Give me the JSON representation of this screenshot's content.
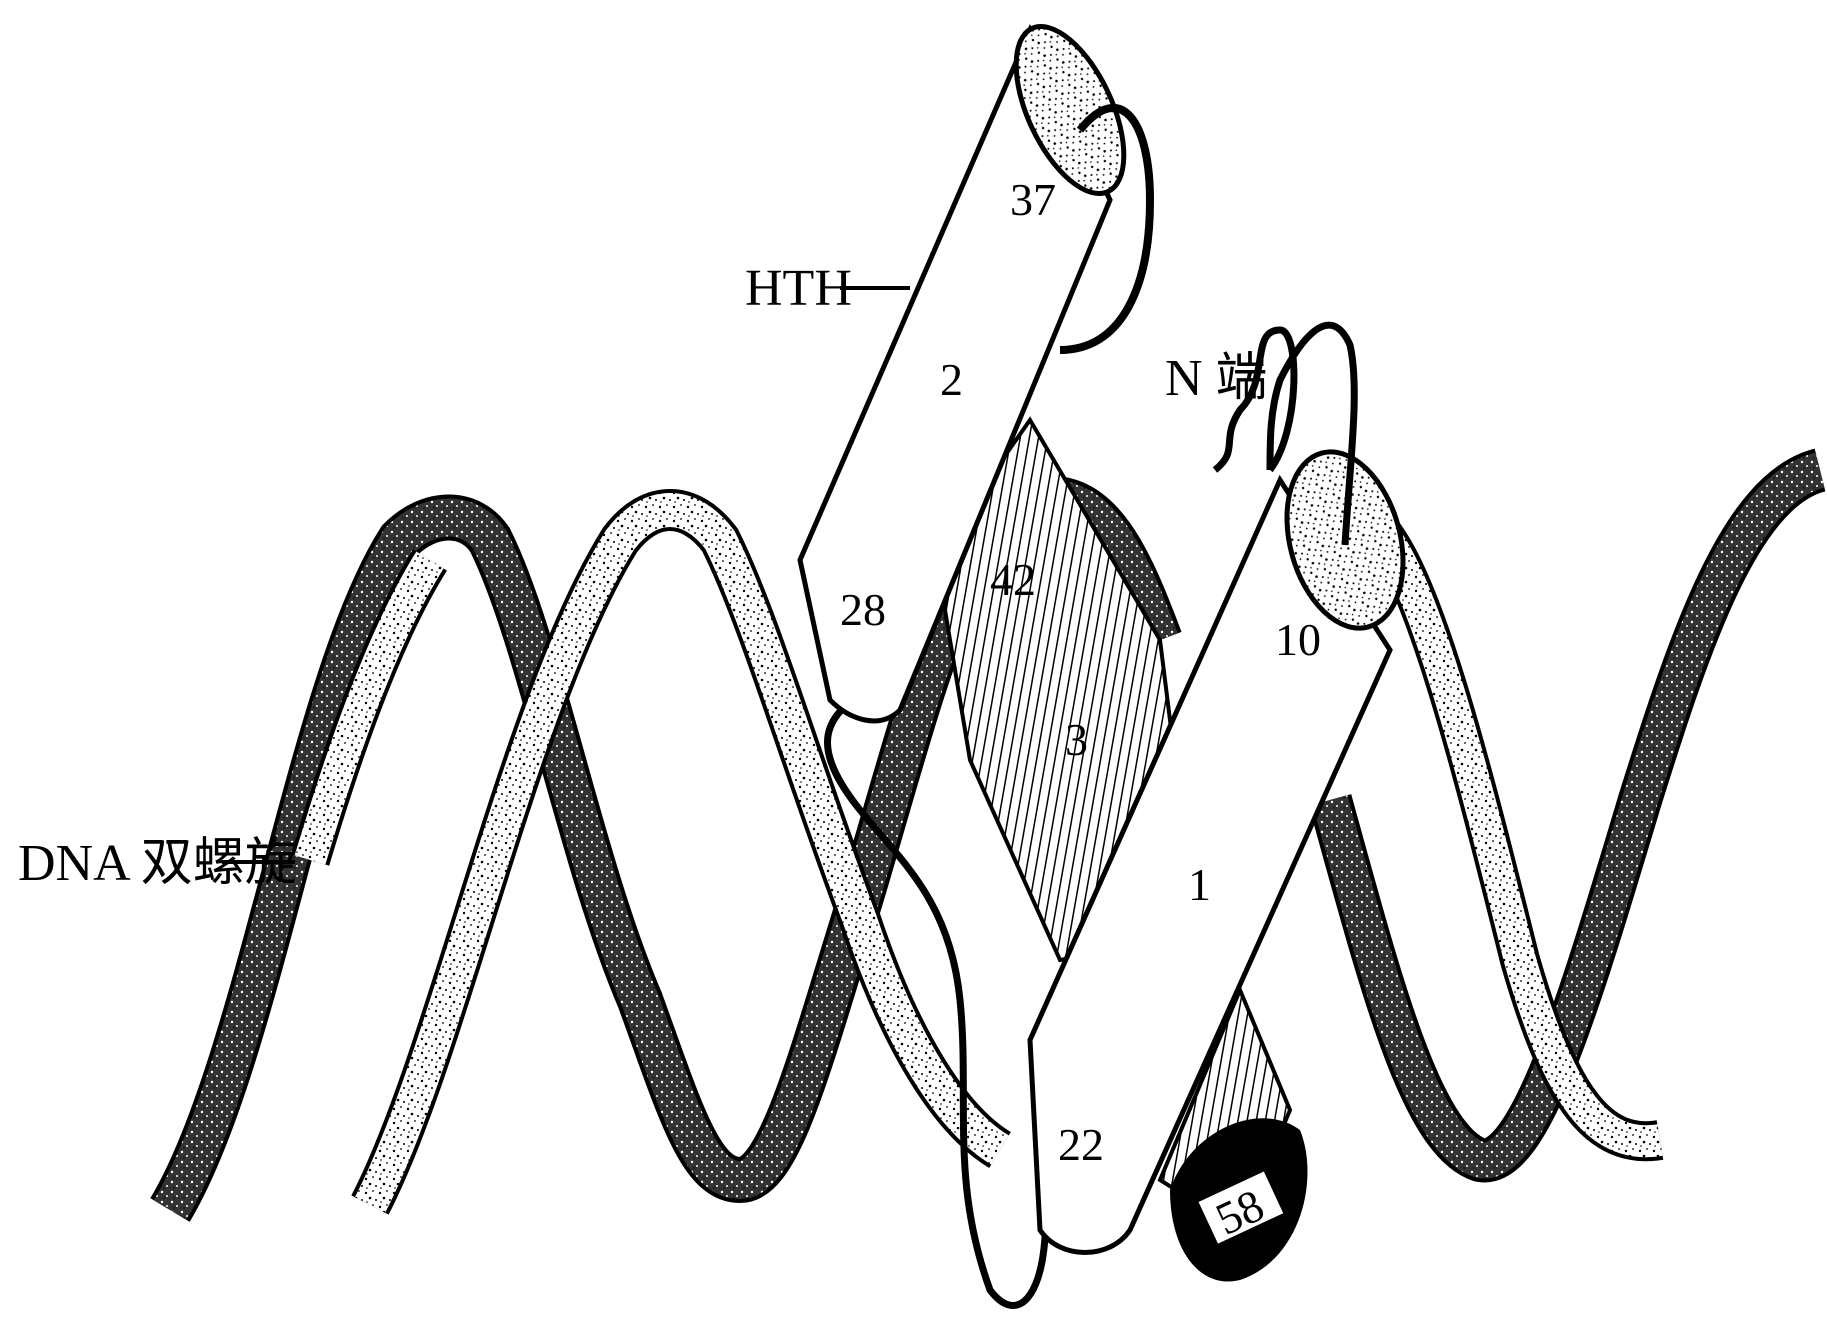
{
  "labels": {
    "hth": "HTH",
    "n_terminus": "N 端",
    "dna_helix": "DNA 双螺旋"
  },
  "helix_numbers": {
    "h2_top": "37",
    "h2_mid": "2",
    "h2_bottom": "28",
    "h3_top": "42",
    "h3_mid": "3",
    "h1_top": "10",
    "h1_mid": "1",
    "h1_bottom": "22",
    "c_end": "58"
  },
  "colors": {
    "ink": "#000000",
    "paper": "#ffffff"
  }
}
